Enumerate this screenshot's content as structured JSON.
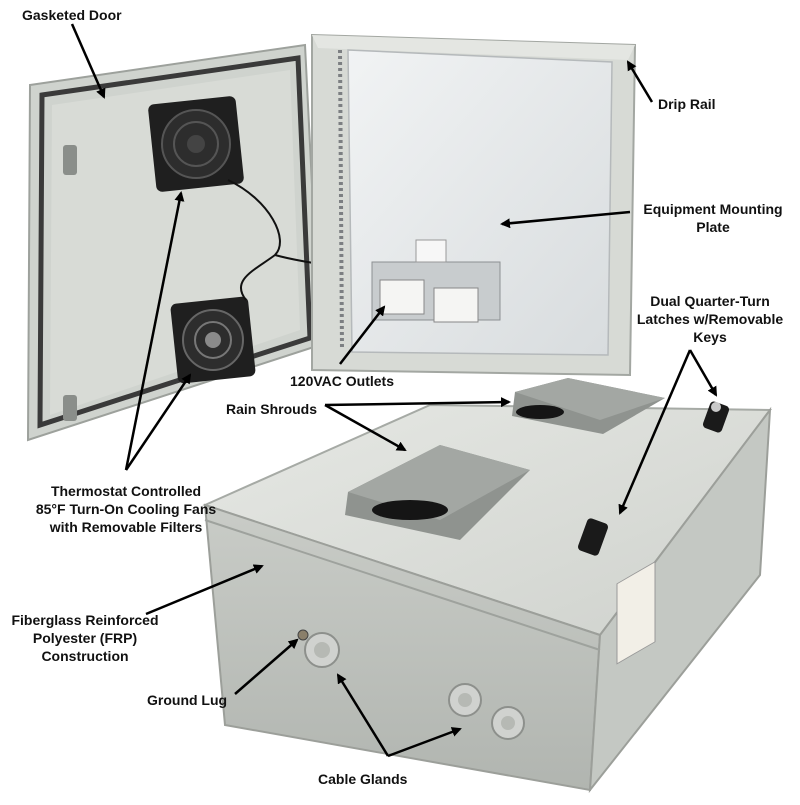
{
  "callouts": {
    "gasketed_door": "Gasketed Door",
    "drip_rail": "Drip Rail",
    "mounting_plate": [
      "Equipment Mounting",
      "Plate"
    ],
    "latches": [
      "Dual Quarter-Turn",
      "Latches w/Removable",
      "Keys"
    ],
    "outlets": "120VAC Outlets",
    "rain_shrouds": "Rain Shrouds",
    "fans": [
      "Thermostat Controlled",
      "85°F Turn-On Cooling Fans",
      "with Removable Filters"
    ],
    "frp": [
      "Fiberglass Reinforced",
      "Polyester (FRP)",
      "Construction"
    ],
    "ground_lug": "Ground Lug",
    "cable_glands": "Cable Glands"
  },
  "colors": {
    "enclosure": "#d9dcd6",
    "enclosure_shadow": "#b9bdb7",
    "interior_plate": "#e8ebec",
    "fan": "#1f1f1f",
    "shroud": "#9a9e9a",
    "arrow": "#000000"
  }
}
